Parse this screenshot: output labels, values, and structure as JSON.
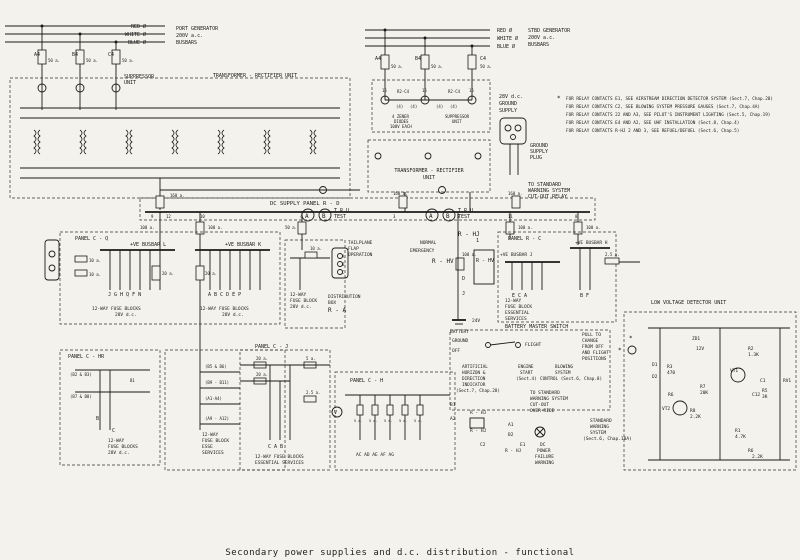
{
  "caption": "Secondary power supplies and d.c. distribution - functional",
  "port": {
    "red": "RED Ø",
    "white": "WHITE Ø",
    "blue": "BLUE Ø",
    "title1": "PORT GENERATOR",
    "title2": "200V a.c.",
    "title3": "BUSBARS",
    "fuses": [
      "A4",
      "B4",
      "C4"
    ],
    "fuse_rating": "50 a.",
    "suppressor": "SUPPRESSOR",
    "unit": "UNIT",
    "tru": "TRANSFORMER - RECTIFIER UNIT"
  },
  "stbd": {
    "red": "RED Ø",
    "white": "WHITE Ø",
    "blue": "BLUE Ø",
    "title1": "STBD GENERATOR",
    "title2": "200V a.c.",
    "title3": "BUSBARS",
    "fuses": [
      "A4",
      "B4",
      "C4"
    ],
    "fuse_rating": "50 a.",
    "zener": "4 ZENER",
    "diodes": "DIODES",
    "zener_v": "100V EACH",
    "suppressor": "SUPPRESSOR",
    "unit": "UNIT",
    "tru1": "TRANSFORMER - RECTIFIER",
    "tru2": "UNIT",
    "cap_labels": [
      "(4)",
      "(4)",
      "(4)",
      "(4)"
    ],
    "node_labels": [
      "15",
      "15",
      "15"
    ],
    "r15": [
      "R2-C4",
      "R2-C4"
    ]
  },
  "ground": {
    "supply_v": "28V d.c.",
    "ground": "GROUND",
    "supply": "SUPPLY",
    "plug1": "GROUND",
    "plug2": "SUPPLY",
    "plug3": "PLUG",
    "warn1": "TO STANDARD",
    "warn2": "WARNING SYSTEM",
    "warn3": "CUT-OUT RELAY"
  },
  "notes": [
    "FOR RELAY CONTACTS E1, SEE AIRSTREAM DIRECTION DETECTOR SYSTEM (Sect.7, Chap.28)",
    "FOR RELAY CONTACTS C2, SEE BLOWING SYSTEM PRESSURE GAUGES (Sect.7, Chap.4A)",
    "FOR RELAY CONTACTS 22 AND A3, SEE PILOT'S INSTRUMENT LIGHTING (Sect.5, Chap.19)",
    "FOR RELAY CONTACTS E4 AND A2, SEE UHF INSTALLATION (Sect.8, Chap.4)",
    "FOR RELAY CONTACTS R-HJ 2 AND 3, SEE REFUEL/DEFUEL (Sect.6, Chap.5)"
  ],
  "note_star": "*",
  "dc_panel": "DC SUPPLY PANEL  R - D",
  "tru_test_left": [
    "T.R.U.",
    "TEST"
  ],
  "tru_test_right": [
    "T.R.U.",
    "TEST"
  ],
  "test_letters": [
    "A",
    "B",
    "A",
    "B"
  ],
  "bus_ratings": [
    "160 a.",
    "160 a.",
    "160 a."
  ],
  "bus_nodes": [
    "9",
    "12",
    "10",
    "4",
    "3",
    "5",
    "11",
    "8"
  ],
  "feeders": [
    "100 a.",
    "100 a.",
    "50 a.",
    "100 a.",
    "100 a."
  ],
  "panel_cq": {
    "name": "PANEL  C - Q",
    "busbar_l": "+VE BUSBAR  L",
    "busbar_k": "+VE BUSBAR  K",
    "fuses": [
      "10 a.",
      "10 a.",
      "20 a.",
      "20 a."
    ],
    "letters_l": "J  G  H  Q  F  N",
    "letters_k": "A  B C D E P",
    "fb1": "12-WAY FUSE BLOCKS",
    "fb2": "28V d.c.",
    "fb3": "12-WAY FUSE BLOCKS",
    "fb4": "28V d.c."
  },
  "panel_ra": {
    "fuse": "10 a.",
    "fb1": "12-WAY",
    "fb2": "FUSE BLOCK",
    "fb3": "28V d.c.",
    "box1": "DISTRIBUTION",
    "box2": "BOX",
    "box3": "R - A",
    "abc": [
      "A",
      "B",
      "C"
    ]
  },
  "relay_rhj": {
    "name": "R - HJ",
    "num": "1",
    "tailplane1": "TAILPLANE",
    "tailplane2": "FLAP",
    "tailplane3": "OPERATION",
    "normal": "NORMAL",
    "emergency": "EMERGENCY",
    "rhv": "R - HV",
    "rhv2": "R - HV",
    "battery": "BATTERY",
    "batt_v": "24V",
    "fuse": "100 a.",
    "d": "D",
    "j": "J"
  },
  "panel_rc": {
    "name": "PANEL  R - C",
    "busbar_j": "+VE BUSBAR  J",
    "busbar_h": "+VE BUSBAR  H",
    "fuse1": "100 a.",
    "fuse2": "2.5 a.",
    "letters_j": "E  C  A",
    "letters_h": "B  F",
    "fb1": "12-WAY",
    "fb2": "FUSE BLOCK",
    "fb3": "ESSENTIAL",
    "fb4": "SERVICES"
  },
  "panel_chr": {
    "name": "PANEL  C - HR",
    "groups": [
      "(B2 & B3)",
      "(B7 & B8)",
      "B1"
    ],
    "b": "B",
    "c": "C",
    "fb1": "12-WAY",
    "fb2": "FUSE BLOCKS",
    "fb3": "28V d.c."
  },
  "panel_cj": {
    "name": "PANEL  C - J",
    "fuses": [
      "20 a.",
      "20 a.",
      "5 a.",
      "2.5 a."
    ],
    "groups": [
      "(B5 & B6)",
      "(B9 - B11)",
      "(A1-A4)",
      "(A9 - A12)"
    ],
    "fb1": "12-WAY",
    "fb2": "FUSE BLOCK",
    "fb3": "ESSE",
    "fb4": "SERVICES",
    "abc": "C  A  B",
    "fb5": "12-WAY FUSE BLOCKS",
    "fb6": "ESSENTIAL SERVICES"
  },
  "panel_ch": {
    "name": "PANEL  C - H",
    "fuse_labels": [
      "5 a.",
      "5 a.",
      "5 a.",
      "5 a.",
      "5 a.",
      "5 a."
    ],
    "outs": "AC  AD  AE  AF  AG",
    "v": "V"
  },
  "battery_switch": {
    "title": "BATTERY MASTER SWITCH",
    "ground": "GROUND",
    "off": "OFF",
    "flight": "FLIGHT",
    "pull1": "PULL TO",
    "pull2": "CHANGE",
    "pull3": "FROM OFF",
    "pull4": "AND FLIGHT",
    "pull5": "POSITIONS",
    "star": "*"
  },
  "indicators": {
    "horizon1": "ARTIFICIAL",
    "horizon2": "HORIZON &",
    "horizon3": "DIRECTION",
    "horizon4": "INDICATOR",
    "horizon5": "(Sect.7, Chap.28)",
    "engine1": "ENGINE",
    "engine2": "START",
    "engine3": "(Sect.4)",
    "blow1": "BLOWING",
    "blow2": "SYSTEM",
    "blow3": "CONTROL (Sect.6, Chap.8)",
    "std1": "TO STANDARD",
    "std2": "WARNING SYSTEM",
    "std3": "CUT-OUT",
    "std4": "OVER-RIDE",
    "dc1": "DC",
    "dc2": "POWER",
    "dc3": "FAILURE",
    "dc4": "WARNING",
    "sw1": "STANDARD",
    "sw2": "WARNING",
    "sw3": "SYSTEM",
    "sw4": "(Sect.6, Chap.10A)",
    "relay1": "R - HJ",
    "relay2": "R - HJ",
    "relay3": "R - HJ",
    "a1": "A1",
    "a2": "A2",
    "b1": "B1",
    "b2": "B2",
    "c2": "C2",
    "e1": "E1"
  },
  "lv": {
    "title": "LOW VOLTAGE DETECTOR UNIT",
    "zd1": "ZD1",
    "v12": "12V",
    "d1": "D1",
    "d2": "D2",
    "r3": "R3",
    "r470": "470",
    "r1": "R1",
    "r47": "4.7K",
    "r2": "R2",
    "r13": "1.3K",
    "r7": "R7",
    "r20": "20K",
    "r8": "R8",
    "r22": "2.2K",
    "r5": "R5",
    "r5v": "3K",
    "rv1": "RV1",
    "vt1": "VT1",
    "vt2": "VT2",
    "c12": "C12",
    "c1": "C1",
    "r6": "R6",
    "r2k2": "2.2K",
    "star": "*"
  }
}
